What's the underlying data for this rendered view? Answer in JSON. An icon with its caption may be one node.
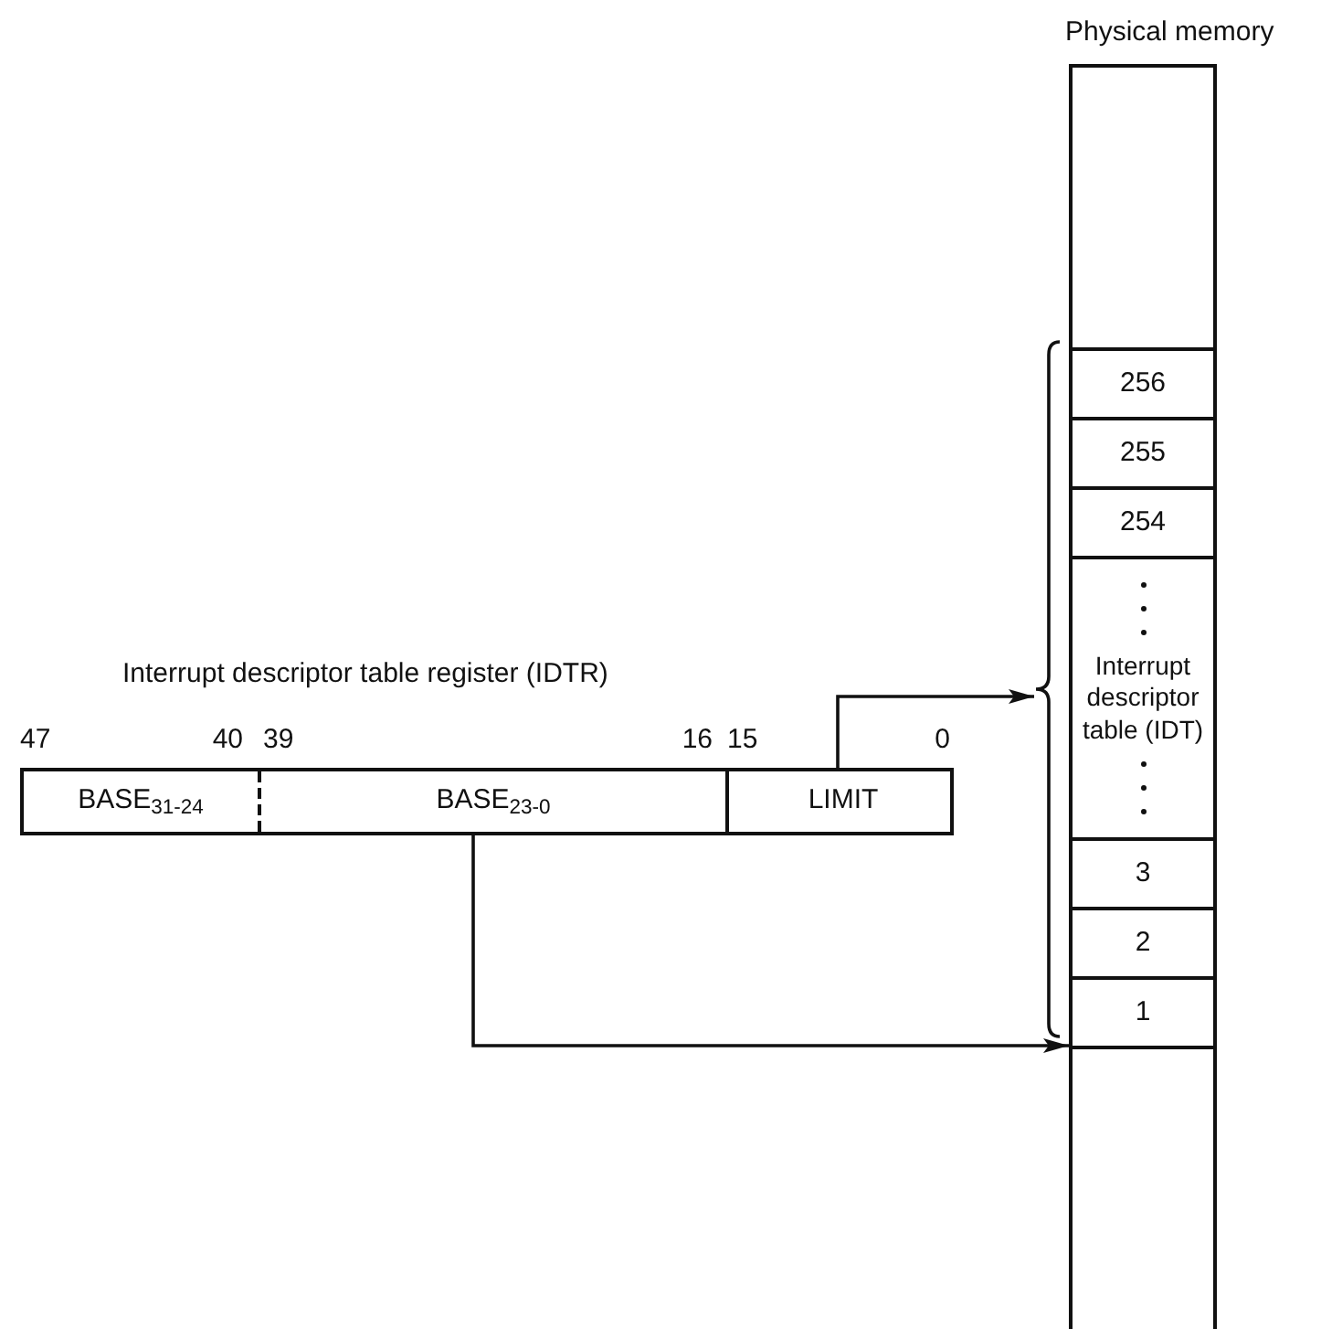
{
  "diagram": {
    "nodes": [
      {
        "text": [
          "Physical memory"
        ]
      },
      {
        "text": [
          "256"
        ],
        "in": 0
      },
      {
        "text": [
          "255"
        ],
        "in": 0
      },
      {
        "text": [
          "254"
        ],
        "in": 0
      },
      {
        "text": [
          "Interrupt descriptor table (IDT)"
        ],
        "in": 0
      },
      {
        "text": [
          "3"
        ],
        "in": 0
      },
      {
        "text": [
          "2"
        ],
        "in": 0
      },
      {
        "text": [
          "1"
        ],
        "in": 0
      },
      {
        "text": [
          "Interrupt descriptor table register (IDTR)"
        ]
      },
      {
        "text": [
          "BASE$_{31-24}$"
        ],
        "in": 8
      },
      {
        "text": [
          "BASE$_{23-0}$"
        ],
        "in": 8
      },
      {
        "text": [
          "LIMIT"
        ],
        "in": 8
      },
      {
        "text": [],
        "shape": "brace"
      }
    ],
    "edges": [
      {
        "from": 11,
        "to": 12,
        "arrow": "to"
      },
      {
        "from": 10,
        "to": 0,
        "arrow": "to"
      }
    ],
    "labels": [
      "47",
      "40",
      "39",
      "16",
      "15",
      "0"
    ]
  }
}
